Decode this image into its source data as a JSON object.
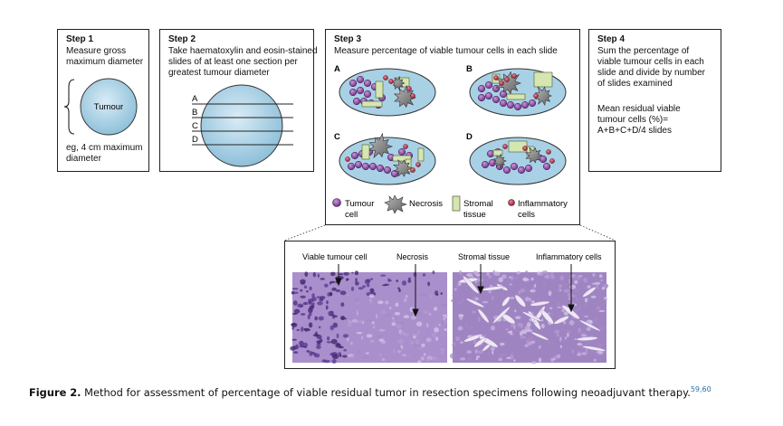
{
  "step1": {
    "title": "Step 1",
    "desc": [
      "Measure gross",
      "maximum diameter"
    ],
    "shape_label": "Tumour",
    "note": [
      "eg, 4 cm maximum",
      "diameter"
    ]
  },
  "step2": {
    "title": "Step 2",
    "desc": [
      "Take haematoxylin and eosin-stained",
      "slides of at least one section per",
      "greatest tumour diameter"
    ],
    "lines": [
      "A",
      "B",
      "C",
      "D"
    ]
  },
  "step3": {
    "title": "Step 3",
    "desc": "Measure percentage of viable tumour cells in each slide",
    "slides": [
      "A",
      "B",
      "C",
      "D"
    ],
    "legend": [
      {
        "key": "tumour",
        "label": [
          "Tumour",
          "cell"
        ]
      },
      {
        "key": "necrosis",
        "label": [
          "Necrosis"
        ]
      },
      {
        "key": "stromal",
        "label": [
          "Stromal",
          "tissue"
        ]
      },
      {
        "key": "inflammatory",
        "label": [
          "Inflammatory",
          "cells"
        ]
      }
    ]
  },
  "step4": {
    "title": "Step 4",
    "desc": [
      "Sum the percentage of",
      "viable tumour cells in each",
      "slide and divide by number",
      "of slides examined"
    ],
    "formula": [
      "Mean residual viable",
      "tumour cells (%)=",
      "A+B+C+D/4 slides"
    ]
  },
  "micro": {
    "labels": [
      "Viable tumour cell",
      "Necrosis",
      "Stromal tissue",
      "Inflammatory cells"
    ]
  },
  "caption": {
    "prefix": "Figure 2.",
    "text": " Method for assessment of percentage of viable residual tumor in resection specimens following neoadjuvant therapy.",
    "refs": "59,60"
  },
  "colors": {
    "tumour_fill": "#a9d1e6",
    "tumour_cell": "#8e4fa3",
    "inflammatory": "#c0304a",
    "stromal": "#d5e6b0",
    "necrosis": "#8c8c8c",
    "tissue_purple": "#9f84c2"
  }
}
